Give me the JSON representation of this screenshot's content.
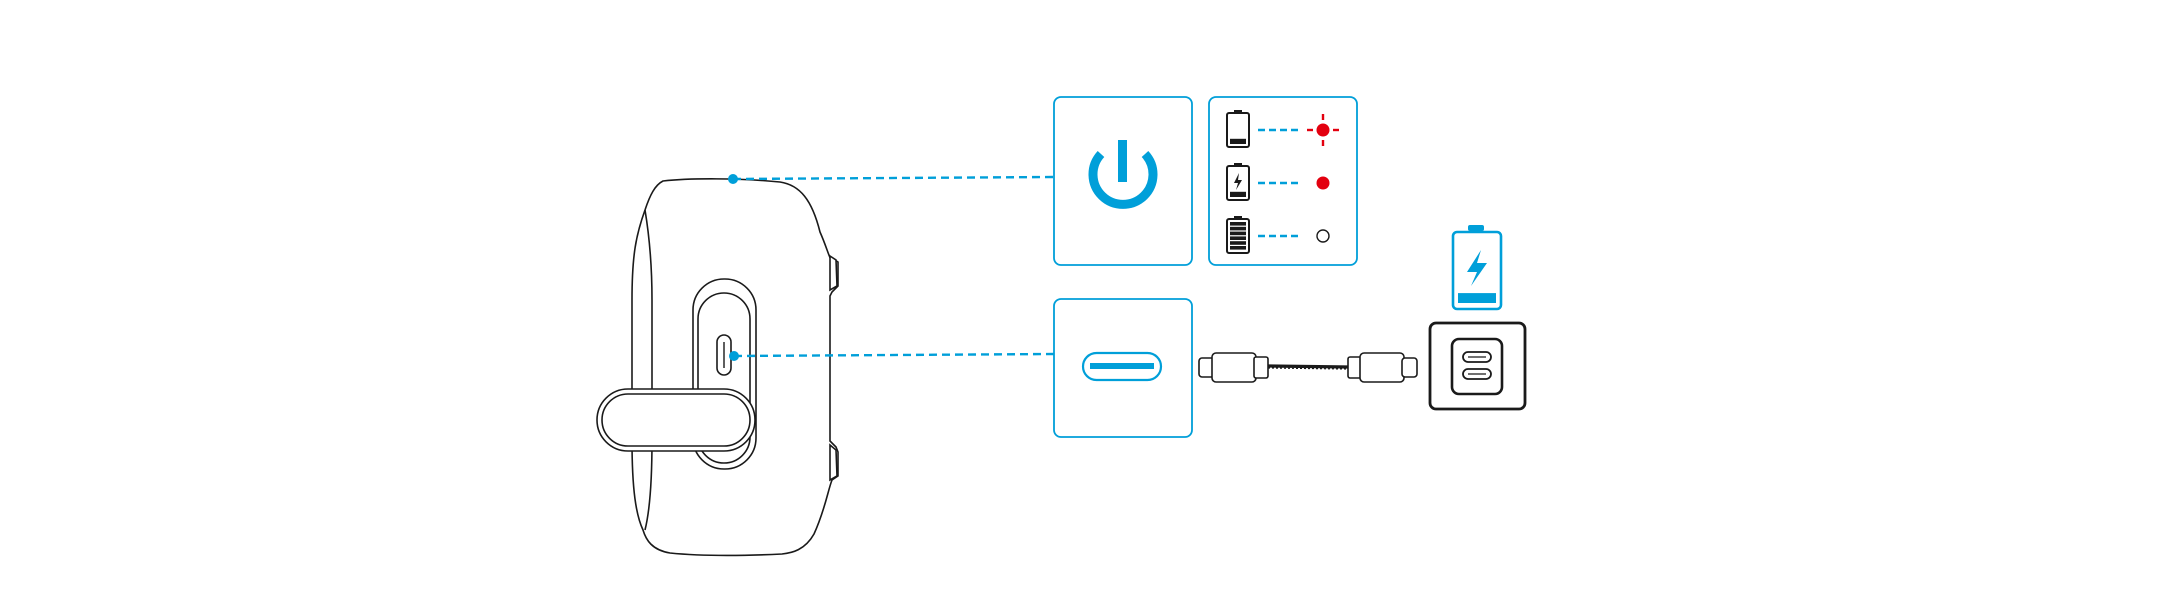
{
  "colors": {
    "accent": "#009fd9",
    "line": "#1a1a1a",
    "led_red": "#e3000f",
    "background": "#ffffff"
  },
  "callouts": [
    {
      "id": "power-button",
      "icon": "power-icon",
      "target": "speaker-top-power-button"
    },
    {
      "id": "usb-c-port",
      "icon": "usb-c-port-icon",
      "target": "speaker-usb-c-port"
    }
  ],
  "battery_led_states": [
    {
      "battery_icon": "battery-low-icon",
      "level": 0.15,
      "led": "red-blinking"
    },
    {
      "battery_icon": "battery-charging-icon",
      "level": 0.15,
      "led": "red-solid"
    },
    {
      "battery_icon": "battery-full-icon",
      "level": 1.0,
      "led": "off"
    }
  ],
  "charging": {
    "cable_icon": "usb-c-cable-icon",
    "charger_icon": "dual-usb-c-charger-icon",
    "status_icon": "battery-charging-icon",
    "status_level": 0.25
  }
}
